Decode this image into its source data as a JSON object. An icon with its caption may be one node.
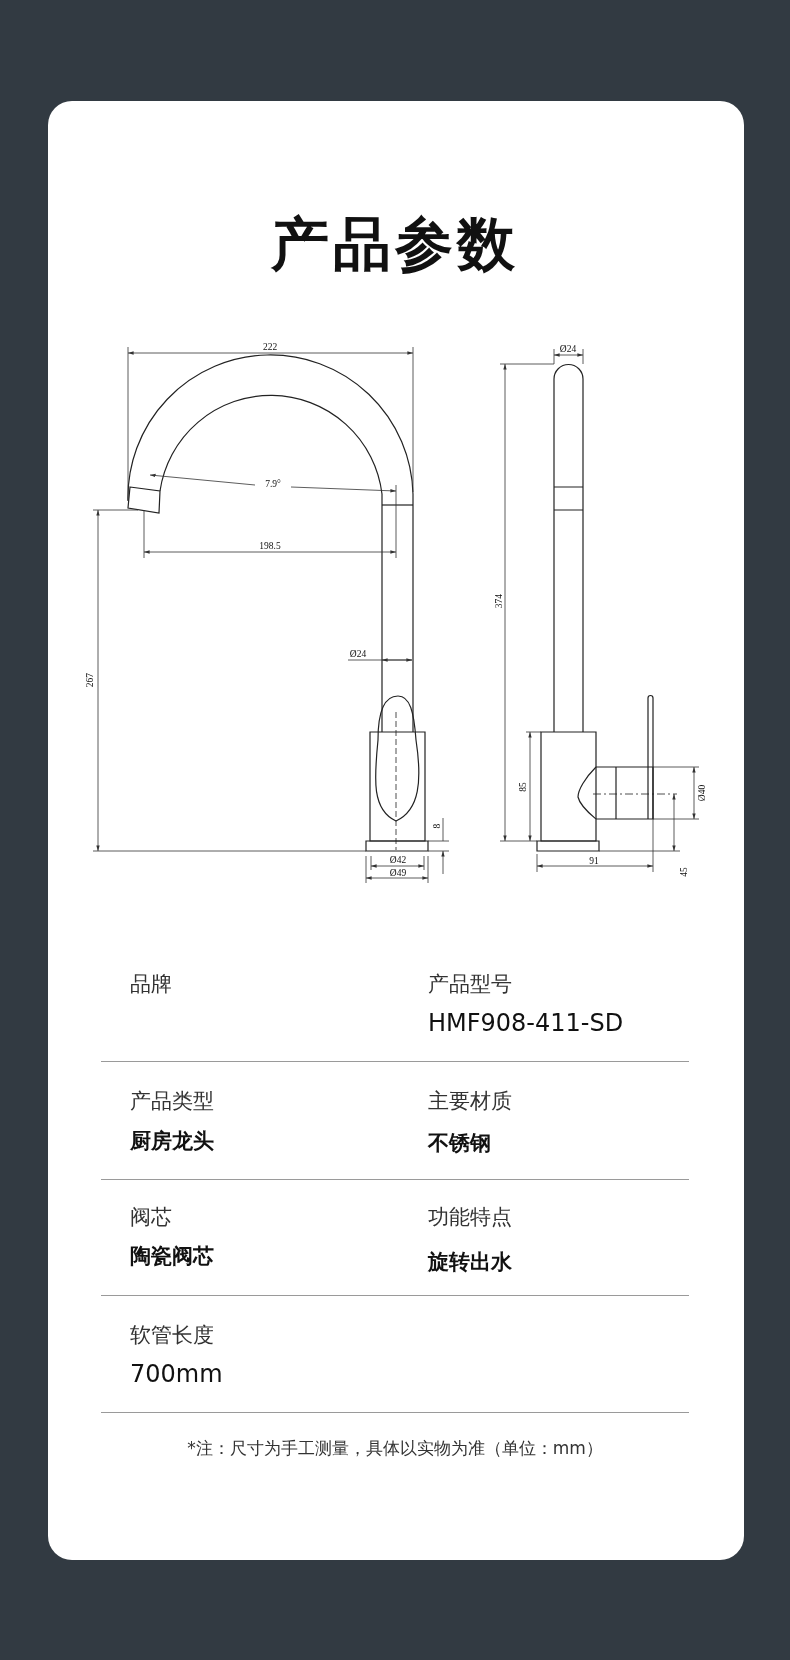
{
  "diagram": {
    "title": "产品参数",
    "labels": [
      "222",
      "7.9°",
      "198.5",
      "267",
      "Ø24",
      "8",
      "Ø42",
      "Ø49",
      "Ø24",
      "374",
      "85",
      "Ø40",
      "91",
      "45",
      "品牌",
      "产品型号",
      "HMF908-411-SD",
      "产品类型",
      "主要材质",
      "厨房龙头",
      "不锈钢",
      "阀芯",
      "功能特点",
      "陶瓷阀芯",
      "旋转出水",
      "软管长度",
      "700mm",
      "*注：尺寸为手工测量，具体以实物为准（单位：mm）"
    ]
  }
}
